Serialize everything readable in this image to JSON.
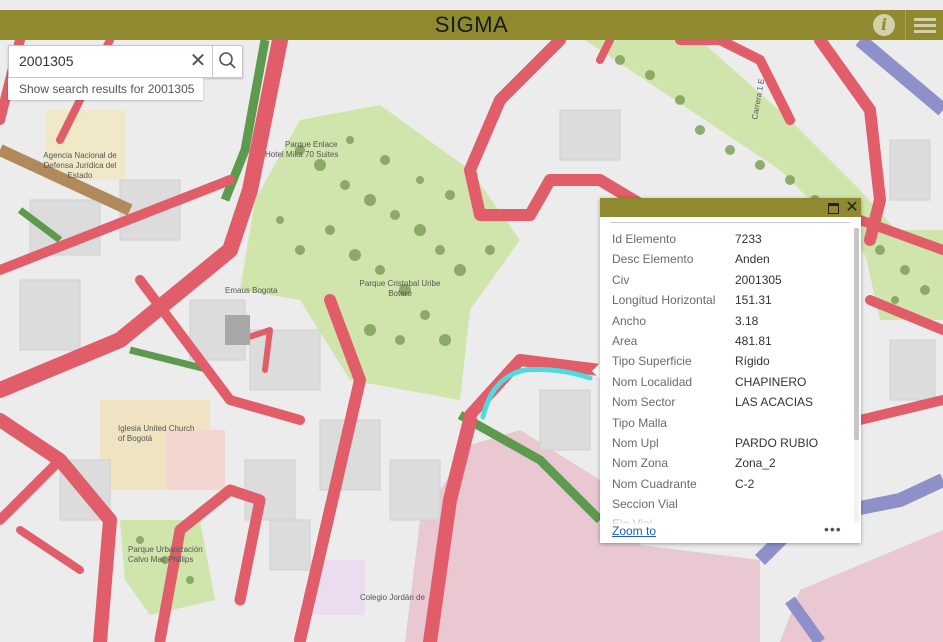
{
  "header": {
    "title": "SIGMA",
    "info_icon": "info-icon",
    "menu_icon": "list-icon",
    "color": "#8f8a30"
  },
  "search": {
    "value": "2001305",
    "placeholder": "",
    "suggestion": "Show search results for 2001305"
  },
  "popup": {
    "rows": [
      {
        "key": "Id Elemento",
        "value": "7233"
      },
      {
        "key": "Desc Elemento",
        "value": "Anden"
      },
      {
        "key": "Civ",
        "value": "2001305"
      },
      {
        "key": "Longitud Horizontal",
        "value": "151.31"
      },
      {
        "key": "Ancho",
        "value": "3.18"
      },
      {
        "key": "Area",
        "value": "481.81"
      },
      {
        "key": "Tipo Superficie",
        "value": "Rígido"
      },
      {
        "key": "Nom Localidad",
        "value": "CHAPINERO"
      },
      {
        "key": "Nom Sector",
        "value": "LAS ACACIAS"
      },
      {
        "key": "Tipo Malla",
        "value": ""
      },
      {
        "key": "Nom Upl",
        "value": "PARDO RUBIO"
      },
      {
        "key": "Nom Zona",
        "value": "Zona_2"
      },
      {
        "key": "Nom Cuadrante",
        "value": "C-2"
      },
      {
        "key": "Seccion Vial",
        "value": ""
      },
      {
        "key": "Eje Vial",
        "value": ""
      }
    ],
    "zoom_label": "Zoom to",
    "more_label": "•••"
  },
  "map": {
    "labels": {
      "agency": [
        "Agencia Nacional de",
        "Defensa Jurídica del",
        "Estado"
      ],
      "park_enlace": "Parque Enlace",
      "hotel": "Hotel Mika 70  Suites",
      "emaus": "Emaus Bogota",
      "park_uribe": [
        "Parque Cristobal Uribe",
        "Botero"
      ],
      "church": [
        "Iglesia United Church",
        "of Bogotá"
      ],
      "park_calvo": [
        "Parque Urbanización",
        "Calvo Mac Phillips"
      ],
      "colegio": "Colegio Jordán de",
      "carrera": "Carrera 1 E"
    },
    "colors": {
      "road": "#e05d69",
      "park": "#cfe5ac",
      "building": "#d9d9d9",
      "campus": "#e9c8d2",
      "selected": "#4ddbe0",
      "green_road": "#5e9a4e",
      "brown_road": "#b08a5a",
      "purple_road": "#8f90c9"
    }
  }
}
